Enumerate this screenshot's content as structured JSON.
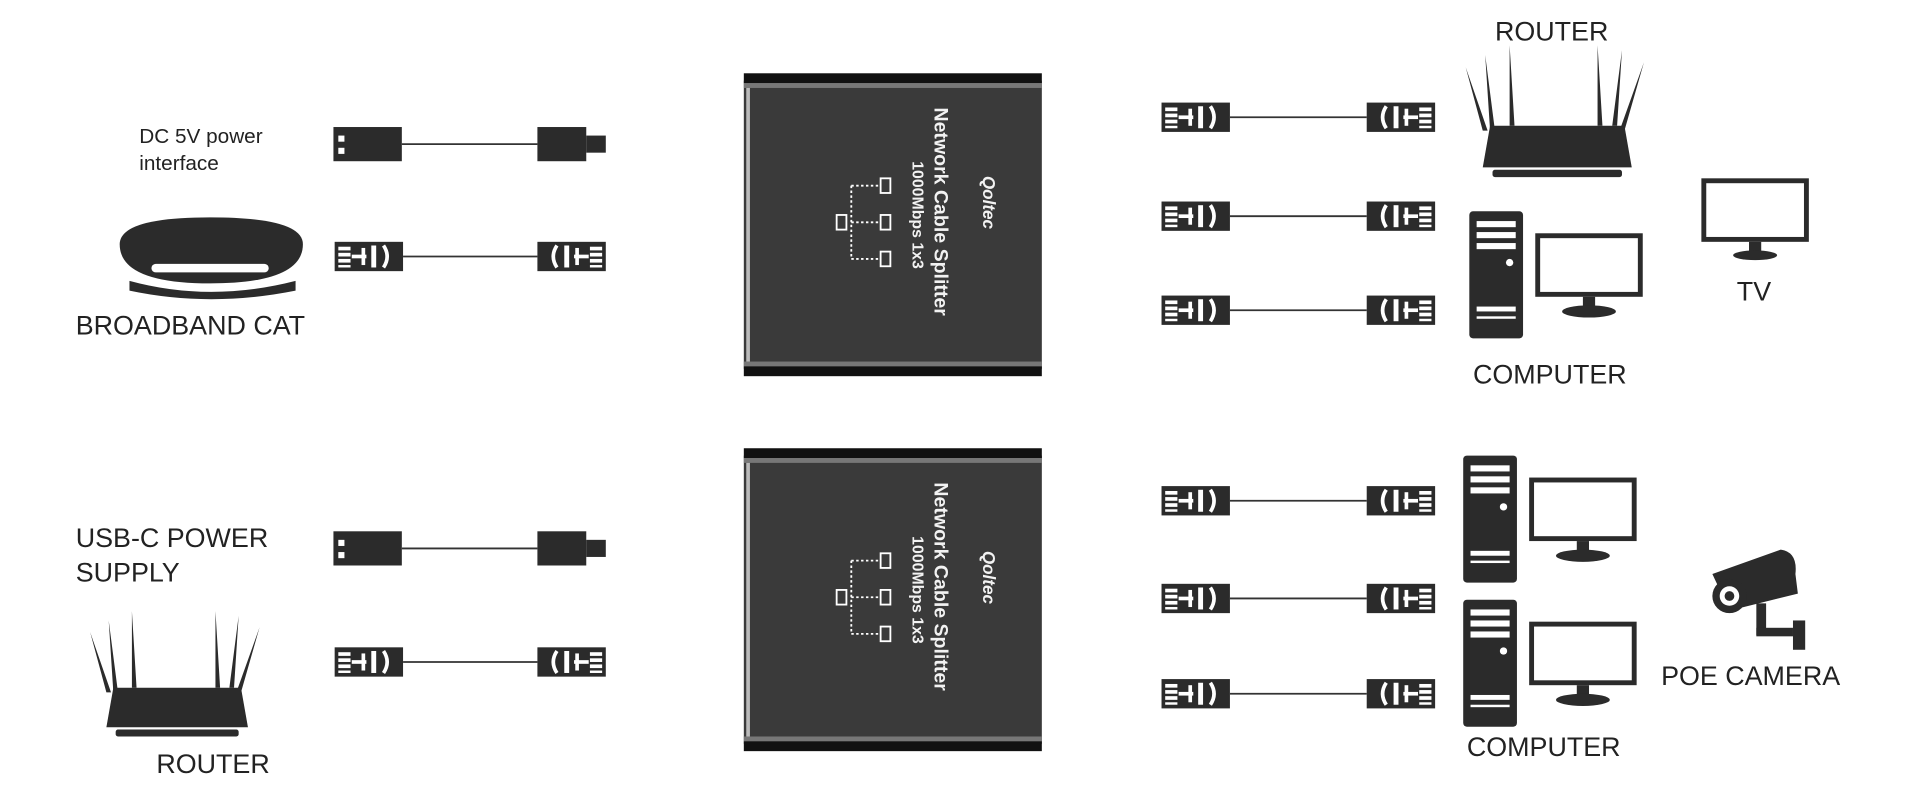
{
  "colors": {
    "device": "#2b2b2b",
    "splitter_body": "#3a3a3a",
    "rail": "#111111",
    "line": "#333333"
  },
  "left_top": {
    "power_label_line1": "DC 5V power",
    "power_label_line2": "interface",
    "source_label": "BROADBAND CAT"
  },
  "left_bottom": {
    "power_label_line1": "USB-C POWER",
    "power_label_line2": "SUPPLY",
    "source_label": "ROUTER"
  },
  "splitter": {
    "title": "Network Cable Splitter",
    "spec": "1000Mbps 1x3",
    "brand": "Qoltec"
  },
  "right_top": {
    "router_label": "ROUTER",
    "computer_label": "COMPUTER",
    "tv_label": "TV"
  },
  "right_bottom": {
    "computer_label": "COMPUTER",
    "camera_label": "POE CAMERA"
  }
}
